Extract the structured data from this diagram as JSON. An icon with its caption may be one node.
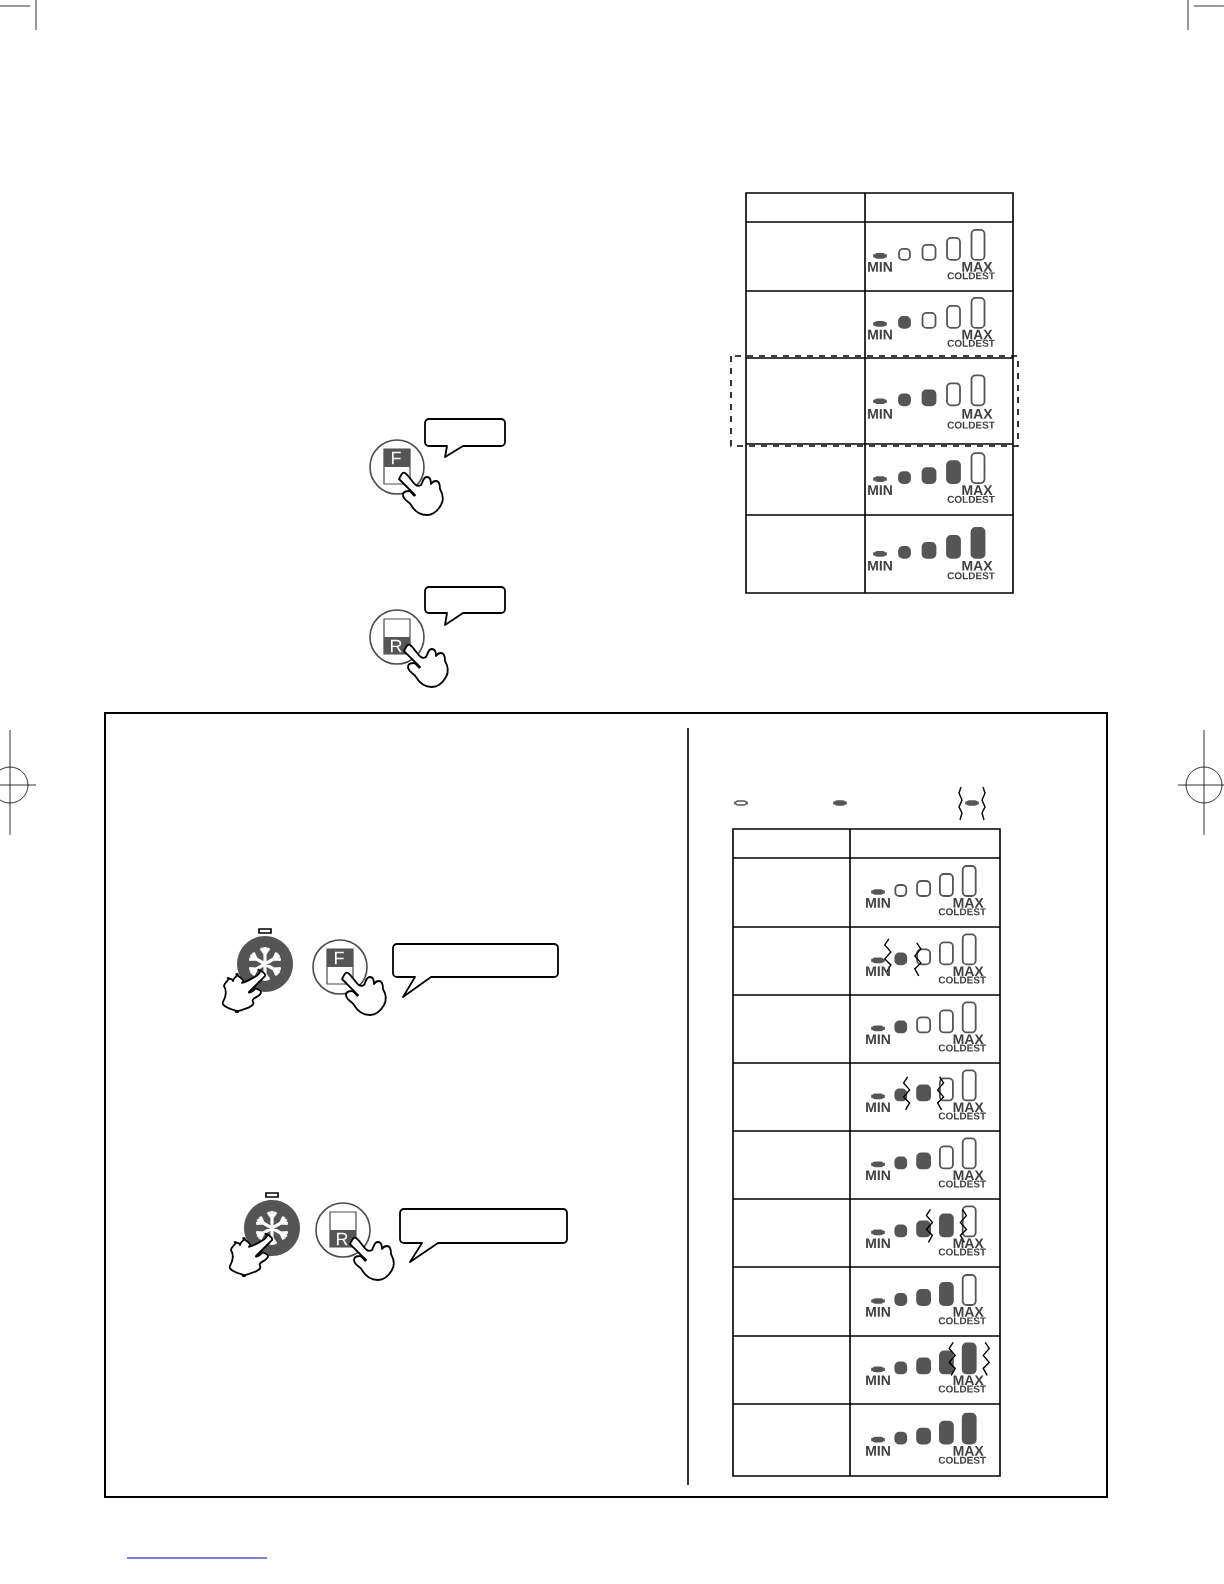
{
  "diagram": {
    "nodes": [
      {
        "text": [],
        "shape": "callout"
      },
      {
        "text": [],
        "shape": "callout"
      },
      {
        "text": [],
        "shape": "callout"
      },
      {
        "text": [],
        "shape": "callout"
      }
    ],
    "labels": [
      "F",
      "R",
      "MIN",
      "MAX",
      "COLDEST",
      "MIN",
      "MAX",
      "COLDEST",
      "MIN",
      "MAX",
      "COLDEST",
      "MIN",
      "MAX",
      "COLDEST",
      "MIN",
      "MAX",
      "COLDEST",
      "F",
      "R",
      "MIN",
      "MAX",
      "COLDEST",
      "MIN",
      "MAX",
      "COLDEST",
      "MIN",
      "MAX",
      "COLDEST",
      "MIN",
      "MAX",
      "COLDEST",
      "MIN",
      "MAX",
      "COLDEST",
      "MIN",
      "MAX",
      "COLDEST",
      "MIN",
      "MAX",
      "COLDEST",
      "MIN",
      "MAX",
      "COLDEST",
      "MIN",
      "MAX",
      "COLDEST"
    ]
  }
}
